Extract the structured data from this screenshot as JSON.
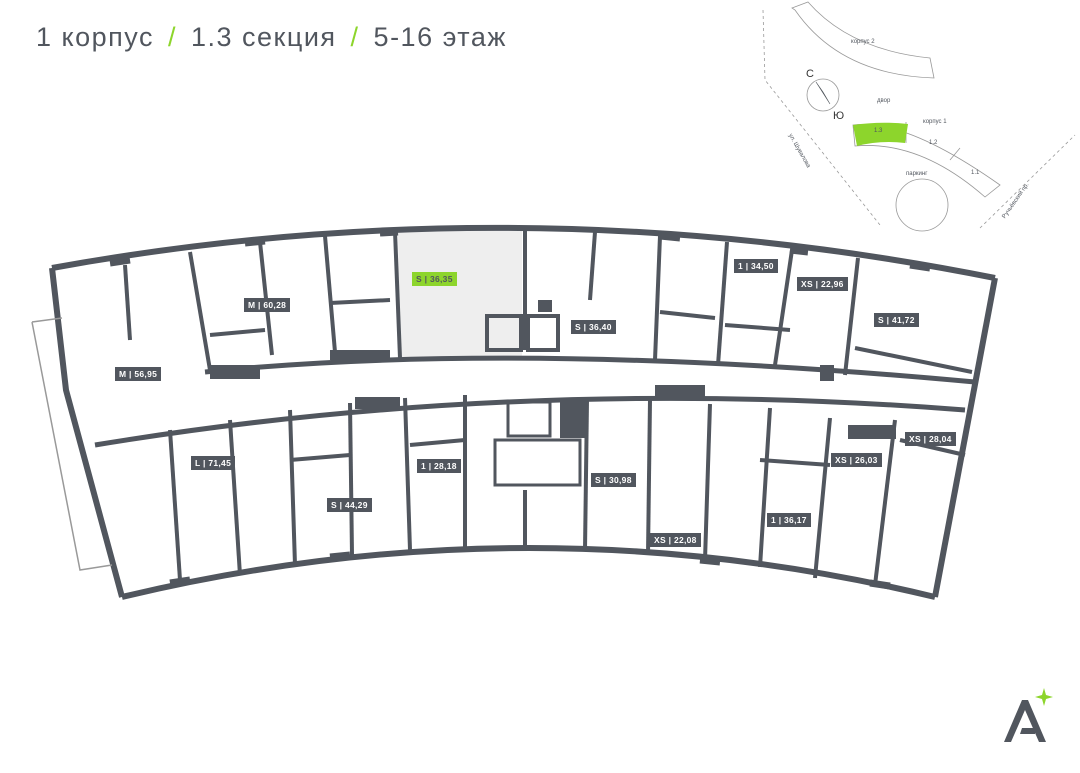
{
  "header": {
    "building": "1 корпус",
    "section": "1.3 секция",
    "floors": "5-16 этаж",
    "separator": "/"
  },
  "apartments": [
    {
      "label": "S | 36,35",
      "selected": true
    },
    {
      "label": "M | 60,28"
    },
    {
      "label": "M | 56,95"
    },
    {
      "label": "L | 71,45"
    },
    {
      "label": "S | 44,29"
    },
    {
      "label": "1 | 28,18"
    },
    {
      "label": "S | 36,40"
    },
    {
      "label": "1 | 34,50"
    },
    {
      "label": "XS | 22,96"
    },
    {
      "label": "S | 41,72"
    },
    {
      "label": "XS | 28,04"
    },
    {
      "label": "XS | 26,03"
    },
    {
      "label": "S | 30,98"
    },
    {
      "label": "1 | 36,17"
    },
    {
      "label": "XS | 22,08"
    }
  ],
  "minimap": {
    "building2": "корпус 2",
    "building1": "корпус 1",
    "yard": "двор",
    "parking": "паркинг",
    "street_left": "ул. Шувалова",
    "street_right": "Ручьёвский пр.",
    "north": "С",
    "south": "Ю",
    "sections": [
      "1.3",
      "1.2",
      "1.1"
    ]
  },
  "colors": {
    "accent": "#8dd52c",
    "wall": "#51565e",
    "selected_fill": "#eeeeee"
  }
}
